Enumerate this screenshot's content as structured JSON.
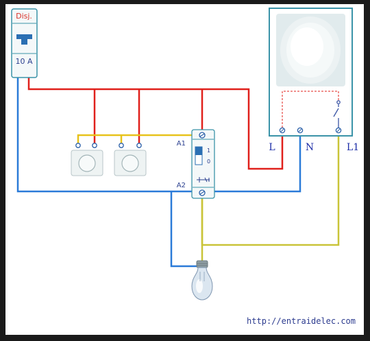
{
  "breaker": {
    "label": "Disj.",
    "rating": "10 A"
  },
  "relay": {
    "a1": "A1",
    "a2": "A2",
    "pos_1": "1",
    "pos_0": "0"
  },
  "timer_unit": {
    "terminal_l": "L",
    "terminal_n": "N",
    "terminal_l1": "L1"
  },
  "footer": {
    "url": "http://entraidelec.com"
  },
  "colors": {
    "phase": "#e0201b",
    "neutral": "#2a7ad8",
    "control": "#e7c21a",
    "lamp_return": "#c9c438",
    "device_border": "#3a93a8",
    "frame": "#ffffff",
    "label_blue": "#1f2fa8"
  },
  "icons": [
    "breaker-toggle-icon",
    "push-button-icon",
    "contact-switch-icon",
    "coil-symbol-icon",
    "light-bulb-icon"
  ]
}
